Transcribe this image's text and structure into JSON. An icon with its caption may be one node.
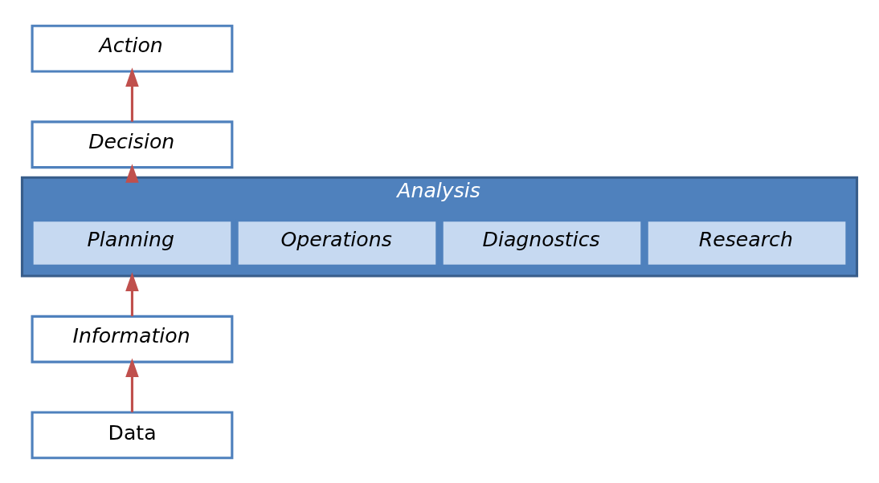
{
  "diagram": {
    "nodes": [
      {
        "text": [
          "Action"
        ]
      },
      {
        "text": [
          "Decision"
        ]
      },
      {
        "text": [
          "Analysis"
        ]
      },
      {
        "text": [
          "Planning"
        ],
        "in": 2
      },
      {
        "text": [
          "Operations"
        ],
        "in": 2
      },
      {
        "text": [
          "Diagnostics"
        ],
        "in": 2
      },
      {
        "text": [
          "Research"
        ],
        "in": 2
      },
      {
        "text": [
          "Information"
        ]
      },
      {
        "text": [
          "Data"
        ]
      }
    ],
    "edges": [
      {
        "from": 8,
        "to": 7,
        "arrow": "to"
      },
      {
        "from": 7,
        "to": 2,
        "arrow": "to"
      },
      {
        "from": 2,
        "to": 1,
        "arrow": "to"
      },
      {
        "from": 1,
        "to": 0,
        "arrow": "to"
      }
    ]
  }
}
